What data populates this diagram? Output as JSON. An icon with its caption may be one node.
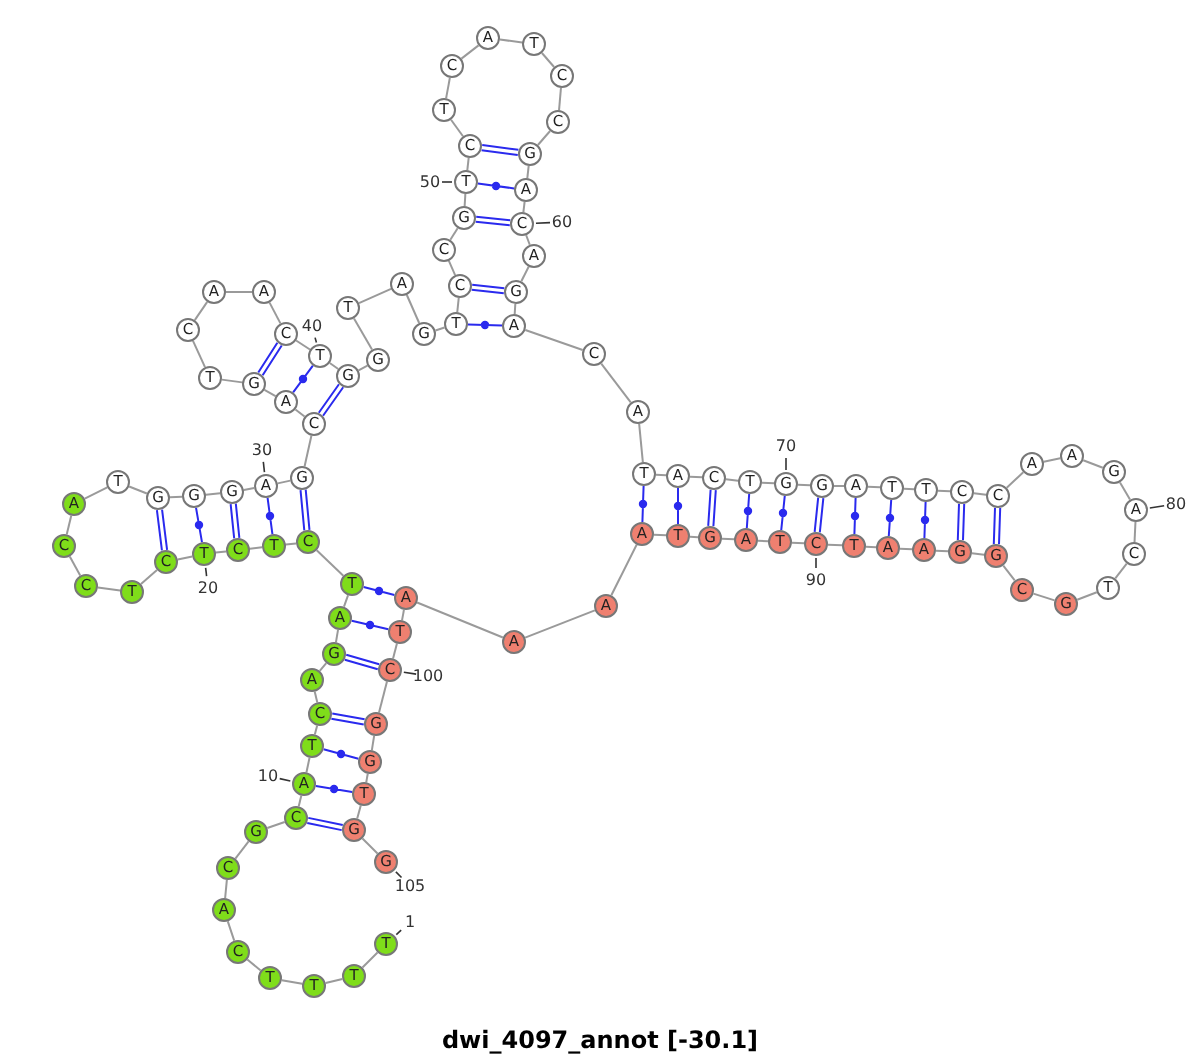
{
  "diagram": {
    "caption": "dwi_4097_annot [-30.1]",
    "nodes": [
      {
        "text": [
          "T"
        ],
        "beside": [
          "1"
        ]
      },
      {
        "text": [
          "T"
        ]
      },
      {
        "text": [
          "T"
        ]
      },
      {
        "text": [
          "T"
        ]
      },
      {
        "text": [
          "C"
        ]
      },
      {
        "text": [
          "A"
        ]
      },
      {
        "text": [
          "C"
        ]
      },
      {
        "text": [
          "G"
        ]
      },
      {
        "text": [
          "C"
        ]
      },
      {
        "text": [
          "A"
        ],
        "beside": [
          "10"
        ]
      },
      {
        "text": [
          "T"
        ]
      },
      {
        "text": [
          "C"
        ]
      },
      {
        "text": [
          "A"
        ]
      },
      {
        "text": [
          "G"
        ]
      },
      {
        "text": [
          "A"
        ]
      },
      {
        "text": [
          "T"
        ]
      },
      {
        "text": [
          "C"
        ]
      },
      {
        "text": [
          "T"
        ]
      },
      {
        "text": [
          "C"
        ]
      },
      {
        "text": [
          "T"
        ],
        "beside": [
          "20"
        ]
      },
      {
        "text": [
          "C"
        ]
      },
      {
        "text": [
          "T"
        ]
      },
      {
        "text": [
          "C"
        ]
      },
      {
        "text": [
          "C"
        ]
      },
      {
        "text": [
          "A"
        ]
      },
      {
        "text": [
          "T"
        ]
      },
      {
        "text": [
          "G"
        ]
      },
      {
        "text": [
          "G"
        ]
      },
      {
        "text": [
          "G"
        ]
      },
      {
        "text": [
          "A"
        ],
        "beside": [
          "30"
        ]
      },
      {
        "text": [
          "G"
        ]
      },
      {
        "text": [
          "C"
        ]
      },
      {
        "text": [
          "A"
        ]
      },
      {
        "text": [
          "G"
        ]
      },
      {
        "text": [
          "T"
        ]
      },
      {
        "text": [
          "C"
        ]
      },
      {
        "text": [
          "A"
        ]
      },
      {
        "text": [
          "A"
        ]
      },
      {
        "text": [
          "C"
        ]
      },
      {
        "text": [
          "T"
        ],
        "beside": [
          "40"
        ]
      },
      {
        "text": [
          "G"
        ]
      },
      {
        "text": [
          "G"
        ]
      },
      {
        "text": [
          "T"
        ]
      },
      {
        "text": [
          "A"
        ]
      },
      {
        "text": [
          "G"
        ]
      },
      {
        "text": [
          "T"
        ]
      },
      {
        "text": [
          "C"
        ]
      },
      {
        "text": [
          "C"
        ]
      },
      {
        "text": [
          "G"
        ]
      },
      {
        "text": [
          "T"
        ],
        "beside": [
          "50"
        ]
      },
      {
        "text": [
          "C"
        ]
      },
      {
        "text": [
          "T"
        ]
      },
      {
        "text": [
          "C"
        ]
      },
      {
        "text": [
          "A"
        ]
      },
      {
        "text": [
          "T"
        ]
      },
      {
        "text": [
          "C"
        ]
      },
      {
        "text": [
          "C"
        ]
      },
      {
        "text": [
          "G"
        ]
      },
      {
        "text": [
          "A"
        ]
      },
      {
        "text": [
          "C"
        ],
        "beside": [
          "60"
        ]
      },
      {
        "text": [
          "A"
        ]
      },
      {
        "text": [
          "G"
        ]
      },
      {
        "text": [
          "A"
        ]
      },
      {
        "text": [
          "C"
        ]
      },
      {
        "text": [
          "A"
        ]
      },
      {
        "text": [
          "T"
        ]
      },
      {
        "text": [
          "A"
        ]
      },
      {
        "text": [
          "C"
        ]
      },
      {
        "text": [
          "T"
        ]
      },
      {
        "text": [
          "G"
        ],
        "beside": [
          "70"
        ]
      },
      {
        "text": [
          "G"
        ]
      },
      {
        "text": [
          "A"
        ]
      },
      {
        "text": [
          "T"
        ]
      },
      {
        "text": [
          "T"
        ]
      },
      {
        "text": [
          "C"
        ]
      },
      {
        "text": [
          "C"
        ]
      },
      {
        "text": [
          "A"
        ]
      },
      {
        "text": [
          "A"
        ]
      },
      {
        "text": [
          "G"
        ]
      },
      {
        "text": [
          "A"
        ],
        "beside": [
          "80"
        ]
      },
      {
        "text": [
          "C"
        ]
      },
      {
        "text": [
          "T"
        ]
      },
      {
        "text": [
          "G"
        ]
      },
      {
        "text": [
          "C"
        ]
      },
      {
        "text": [
          "G"
        ]
      },
      {
        "text": [
          "G"
        ]
      },
      {
        "text": [
          "A"
        ]
      },
      {
        "text": [
          "A"
        ]
      },
      {
        "text": [
          "T"
        ]
      },
      {
        "text": [
          "C"
        ],
        "beside": [
          "90"
        ]
      },
      {
        "text": [
          "T"
        ]
      },
      {
        "text": [
          "A"
        ]
      },
      {
        "text": [
          "G"
        ]
      },
      {
        "text": [
          "T"
        ]
      },
      {
        "text": [
          "A"
        ]
      },
      {
        "text": [
          "A"
        ]
      },
      {
        "text": [
          "A"
        ]
      },
      {
        "text": [
          "A"
        ]
      },
      {
        "text": [
          "T"
        ]
      },
      {
        "text": [
          "C"
        ],
        "beside": [
          "100"
        ]
      },
      {
        "text": [
          "G"
        ]
      },
      {
        "text": [
          "G"
        ]
      },
      {
        "text": [
          "T"
        ]
      },
      {
        "text": [
          "G"
        ]
      },
      {
        "text": [
          "G"
        ],
        "beside": [
          "105"
        ]
      }
    ],
    "edges": [
      {
        "from": 0,
        "to": 1,
        "arrow": "none"
      },
      {
        "from": 1,
        "to": 2,
        "arrow": "none"
      },
      {
        "from": 2,
        "to": 3,
        "arrow": "none"
      },
      {
        "from": 3,
        "to": 4,
        "arrow": "none"
      },
      {
        "from": 4,
        "to": 5,
        "arrow": "none"
      },
      {
        "from": 5,
        "to": 6,
        "arrow": "none"
      },
      {
        "from": 6,
        "to": 7,
        "arrow": "none"
      },
      {
        "from": 7,
        "to": 8,
        "arrow": "none"
      },
      {
        "from": 8,
        "to": 9,
        "arrow": "none"
      },
      {
        "from": 9,
        "to": 10,
        "arrow": "none"
      },
      {
        "from": 10,
        "to": 11,
        "arrow": "none"
      },
      {
        "from": 11,
        "to": 12,
        "arrow": "none"
      },
      {
        "from": 12,
        "to": 13,
        "arrow": "none"
      },
      {
        "from": 13,
        "to": 14,
        "arrow": "none"
      },
      {
        "from": 14,
        "to": 15,
        "arrow": "none"
      },
      {
        "from": 15,
        "to": 16,
        "arrow": "none"
      },
      {
        "from": 16,
        "to": 17,
        "arrow": "none"
      },
      {
        "from": 17,
        "to": 18,
        "arrow": "none"
      },
      {
        "from": 18,
        "to": 19,
        "arrow": "none"
      },
      {
        "from": 19,
        "to": 20,
        "arrow": "none"
      },
      {
        "from": 20,
        "to": 21,
        "arrow": "none"
      },
      {
        "from": 21,
        "to": 22,
        "arrow": "none"
      },
      {
        "from": 22,
        "to": 23,
        "arrow": "none"
      },
      {
        "from": 23,
        "to": 24,
        "arrow": "none"
      },
      {
        "from": 24,
        "to": 25,
        "arrow": "none"
      },
      {
        "from": 25,
        "to": 26,
        "arrow": "none"
      },
      {
        "from": 26,
        "to": 27,
        "arrow": "none"
      },
      {
        "from": 27,
        "to": 28,
        "arrow": "none"
      },
      {
        "from": 28,
        "to": 29,
        "arrow": "none"
      },
      {
        "from": 29,
        "to": 30,
        "arrow": "none"
      },
      {
        "from": 30,
        "to": 31,
        "arrow": "none"
      },
      {
        "from": 31,
        "to": 32,
        "arrow": "none"
      },
      {
        "from": 32,
        "to": 33,
        "arrow": "none"
      },
      {
        "from": 33,
        "to": 34,
        "arrow": "none"
      },
      {
        "from": 34,
        "to": 35,
        "arrow": "none"
      },
      {
        "from": 35,
        "to": 36,
        "arrow": "none"
      },
      {
        "from": 36,
        "to": 37,
        "arrow": "none"
      },
      {
        "from": 37,
        "to": 38,
        "arrow": "none"
      },
      {
        "from": 38,
        "to": 39,
        "arrow": "none"
      },
      {
        "from": 39,
        "to": 40,
        "arrow": "none"
      },
      {
        "from": 40,
        "to": 41,
        "arrow": "none"
      },
      {
        "from": 41,
        "to": 42,
        "arrow": "none"
      },
      {
        "from": 42,
        "to": 43,
        "arrow": "none"
      },
      {
        "from": 43,
        "to": 44,
        "arrow": "none"
      },
      {
        "from": 44,
        "to": 45,
        "arrow": "none"
      },
      {
        "from": 45,
        "to": 46,
        "arrow": "none"
      },
      {
        "from": 46,
        "to": 47,
        "arrow": "none"
      },
      {
        "from": 47,
        "to": 48,
        "arrow": "none"
      },
      {
        "from": 48,
        "to": 49,
        "arrow": "none"
      },
      {
        "from": 49,
        "to": 50,
        "arrow": "none"
      },
      {
        "from": 50,
        "to": 51,
        "arrow": "none"
      },
      {
        "from": 51,
        "to": 52,
        "arrow": "none"
      },
      {
        "from": 52,
        "to": 53,
        "arrow": "none"
      },
      {
        "from": 53,
        "to": 54,
        "arrow": "none"
      },
      {
        "from": 54,
        "to": 55,
        "arrow": "none"
      },
      {
        "from": 55,
        "to": 56,
        "arrow": "none"
      },
      {
        "from": 56,
        "to": 57,
        "arrow": "none"
      },
      {
        "from": 57,
        "to": 58,
        "arrow": "none"
      },
      {
        "from": 58,
        "to": 59,
        "arrow": "none"
      },
      {
        "from": 59,
        "to": 60,
        "arrow": "none"
      },
      {
        "from": 60,
        "to": 61,
        "arrow": "none"
      },
      {
        "from": 61,
        "to": 62,
        "arrow": "none"
      },
      {
        "from": 62,
        "to": 63,
        "arrow": "none"
      },
      {
        "from": 63,
        "to": 64,
        "arrow": "none"
      },
      {
        "from": 64,
        "to": 65,
        "arrow": "none"
      },
      {
        "from": 65,
        "to": 66,
        "arrow": "none"
      },
      {
        "from": 66,
        "to": 67,
        "arrow": "none"
      },
      {
        "from": 67,
        "to": 68,
        "arrow": "none"
      },
      {
        "from": 68,
        "to": 69,
        "arrow": "none"
      },
      {
        "from": 69,
        "to": 70,
        "arrow": "none"
      },
      {
        "from": 70,
        "to": 71,
        "arrow": "none"
      },
      {
        "from": 71,
        "to": 72,
        "arrow": "none"
      },
      {
        "from": 72,
        "to": 73,
        "arrow": "none"
      },
      {
        "from": 73,
        "to": 74,
        "arrow": "none"
      },
      {
        "from": 74,
        "to": 75,
        "arrow": "none"
      },
      {
        "from": 75,
        "to": 76,
        "arrow": "none"
      },
      {
        "from": 76,
        "to": 77,
        "arrow": "none"
      },
      {
        "from": 77,
        "to": 78,
        "arrow": "none"
      },
      {
        "from": 78,
        "to": 79,
        "arrow": "none"
      },
      {
        "from": 79,
        "to": 80,
        "arrow": "none"
      },
      {
        "from": 80,
        "to": 81,
        "arrow": "none"
      },
      {
        "from": 81,
        "to": 82,
        "arrow": "none"
      },
      {
        "from": 82,
        "to": 83,
        "arrow": "none"
      },
      {
        "from": 83,
        "to": 84,
        "arrow": "none"
      },
      {
        "from": 84,
        "to": 85,
        "arrow": "none"
      },
      {
        "from": 85,
        "to": 86,
        "arrow": "none"
      },
      {
        "from": 86,
        "to": 87,
        "arrow": "none"
      },
      {
        "from": 87,
        "to": 88,
        "arrow": "none"
      },
      {
        "from": 88,
        "to": 89,
        "arrow": "none"
      },
      {
        "from": 89,
        "to": 90,
        "arrow": "none"
      },
      {
        "from": 90,
        "to": 91,
        "arrow": "none"
      },
      {
        "from": 91,
        "to": 92,
        "arrow": "none"
      },
      {
        "from": 92,
        "to": 93,
        "arrow": "none"
      },
      {
        "from": 93,
        "to": 94,
        "arrow": "none"
      },
      {
        "from": 94,
        "to": 95,
        "arrow": "none"
      },
      {
        "from": 95,
        "to": 96,
        "arrow": "none"
      },
      {
        "from": 96,
        "to": 97,
        "arrow": "none"
      },
      {
        "from": 97,
        "to": 98,
        "arrow": "none"
      },
      {
        "from": 98,
        "to": 99,
        "arrow": "none"
      },
      {
        "from": 99,
        "to": 100,
        "arrow": "none"
      },
      {
        "from": 100,
        "to": 101,
        "arrow": "none"
      },
      {
        "from": 101,
        "to": 102,
        "arrow": "none"
      },
      {
        "from": 102,
        "to": 103,
        "arrow": "none"
      },
      {
        "from": 103,
        "to": 104,
        "arrow": "none"
      },
      {
        "from": 8,
        "to": 103,
        "arrow": "none",
        "color": "#2a2aee"
      },
      {
        "from": 9,
        "to": 102,
        "arrow": "none",
        "color": "#2a2aee"
      },
      {
        "from": 10,
        "to": 101,
        "arrow": "none",
        "color": "#2a2aee"
      },
      {
        "from": 11,
        "to": 100,
        "arrow": "none",
        "color": "#2a2aee"
      },
      {
        "from": 13,
        "to": 99,
        "arrow": "none",
        "color": "#2a2aee"
      },
      {
        "from": 14,
        "to": 98,
        "arrow": "none",
        "color": "#2a2aee"
      },
      {
        "from": 15,
        "to": 97,
        "arrow": "none",
        "color": "#2a2aee"
      },
      {
        "from": 16,
        "to": 30,
        "arrow": "none",
        "color": "#2a2aee"
      },
      {
        "from": 17,
        "to": 29,
        "arrow": "none",
        "color": "#2a2aee"
      },
      {
        "from": 18,
        "to": 28,
        "arrow": "none",
        "color": "#2a2aee"
      },
      {
        "from": 19,
        "to": 27,
        "arrow": "none",
        "color": "#2a2aee"
      },
      {
        "from": 20,
        "to": 26,
        "arrow": "none",
        "color": "#2a2aee"
      },
      {
        "from": 31,
        "to": 40,
        "arrow": "none",
        "color": "#2a2aee"
      },
      {
        "from": 32,
        "to": 39,
        "arrow": "none",
        "color": "#2a2aee"
      },
      {
        "from": 33,
        "to": 38,
        "arrow": "none",
        "color": "#2a2aee"
      },
      {
        "from": 45,
        "to": 62,
        "arrow": "none",
        "color": "#2a2aee"
      },
      {
        "from": 46,
        "to": 61,
        "arrow": "none",
        "color": "#2a2aee"
      },
      {
        "from": 48,
        "to": 59,
        "arrow": "none",
        "color": "#2a2aee"
      },
      {
        "from": 49,
        "to": 58,
        "arrow": "none",
        "color": "#2a2aee"
      },
      {
        "from": 50,
        "to": 57,
        "arrow": "none",
        "color": "#2a2aee"
      },
      {
        "from": 65,
        "to": 94,
        "arrow": "none",
        "color": "#2a2aee"
      },
      {
        "from": 66,
        "to": 93,
        "arrow": "none",
        "color": "#2a2aee"
      },
      {
        "from": 67,
        "to": 92,
        "arrow": "none",
        "color": "#2a2aee"
      },
      {
        "from": 68,
        "to": 91,
        "arrow": "none",
        "color": "#2a2aee"
      },
      {
        "from": 69,
        "to": 90,
        "arrow": "none",
        "color": "#2a2aee"
      },
      {
        "from": 70,
        "to": 89,
        "arrow": "none",
        "color": "#2a2aee"
      },
      {
        "from": 71,
        "to": 88,
        "arrow": "none",
        "color": "#2a2aee"
      },
      {
        "from": 72,
        "to": 87,
        "arrow": "none",
        "color": "#2a2aee"
      },
      {
        "from": 73,
        "to": 86,
        "arrow": "none",
        "color": "#2a2aee"
      },
      {
        "from": 74,
        "to": 85,
        "arrow": "none",
        "color": "#2a2aee"
      },
      {
        "from": 75,
        "to": 84,
        "arrow": "none",
        "color": "#2a2aee"
      }
    ]
  }
}
